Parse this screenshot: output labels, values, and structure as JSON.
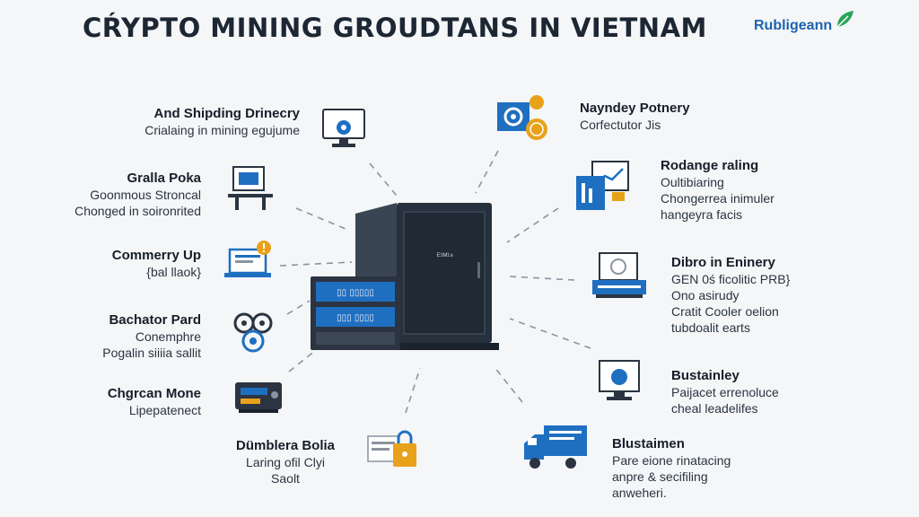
{
  "title": "CŔYPTO MINING GROUDTANS IN VIETNAM",
  "brand": {
    "name": "Rubligeann",
    "accent": "#1d63b0",
    "leaf_color": "#2aa55a"
  },
  "center": {
    "tower_label": "ᴱ¹ᴹ¹⁸",
    "panel_row_1": "▯▯ ▯▯▯▯▯",
    "panel_row_2": "▯▯▯ ▯▯▯▯"
  },
  "colors": {
    "primary": "#1f6fc1",
    "dark": "#2b3440",
    "accent": "#e8a21a",
    "line": "#8a94a0"
  },
  "left_nodes": [
    {
      "title": "And Shipding Drinecry",
      "lines": [
        "Crialaing in mining egujume"
      ],
      "icon": "monitor-gear-icon"
    },
    {
      "title": "Gralla Poka",
      "lines": [
        "Goonmous Stroncal",
        "Chonged in soironrited"
      ],
      "icon": "desk-workstation-icon"
    },
    {
      "title": "Commerry Up",
      "lines": [
        "{bal llaok}"
      ],
      "icon": "laptop-alert-icon"
    },
    {
      "title": "Bachator Pard",
      "lines": [
        "Conemphre",
        "Pogalin siiiia sallit"
      ],
      "icon": "gears-cluster-icon"
    },
    {
      "title": "Chgrcan Mone",
      "lines": [
        "Lipepatenect"
      ],
      "icon": "mining-rig-icon"
    },
    {
      "title": "Dümblera Bolia",
      "lines": [
        "Laring ofil Clyi",
        "Saolt"
      ],
      "icon": "document-lock-icon"
    }
  ],
  "right_nodes": [
    {
      "title": "Nayndey Potnery",
      "lines": [
        "Corfectutor Jis"
      ],
      "icon": "gear-coin-icon"
    },
    {
      "title": "Rodange raling",
      "lines": [
        "Oultibiaring",
        "Chongerrea inimuler",
        "hangeyra facis"
      ],
      "icon": "chart-panel-icon"
    },
    {
      "title": "Dibro in Eninery",
      "lines": [
        "GEN 0ś ficolitic PRB}",
        "Ono asirudy",
        "Cratit Cooler oelion",
        "tubdoalit earts"
      ],
      "icon": "asic-miner-icon"
    },
    {
      "title": "Bustainley",
      "lines": [
        "Paijacet errenoluce",
        "cheal leadelifes"
      ],
      "icon": "monitor-sustain-icon"
    },
    {
      "title": "Blustaimen",
      "lines": [
        "Pare eione rinatacing",
        "anpre & secifiling",
        "anweheri."
      ],
      "icon": "delivery-truck-icon"
    }
  ]
}
